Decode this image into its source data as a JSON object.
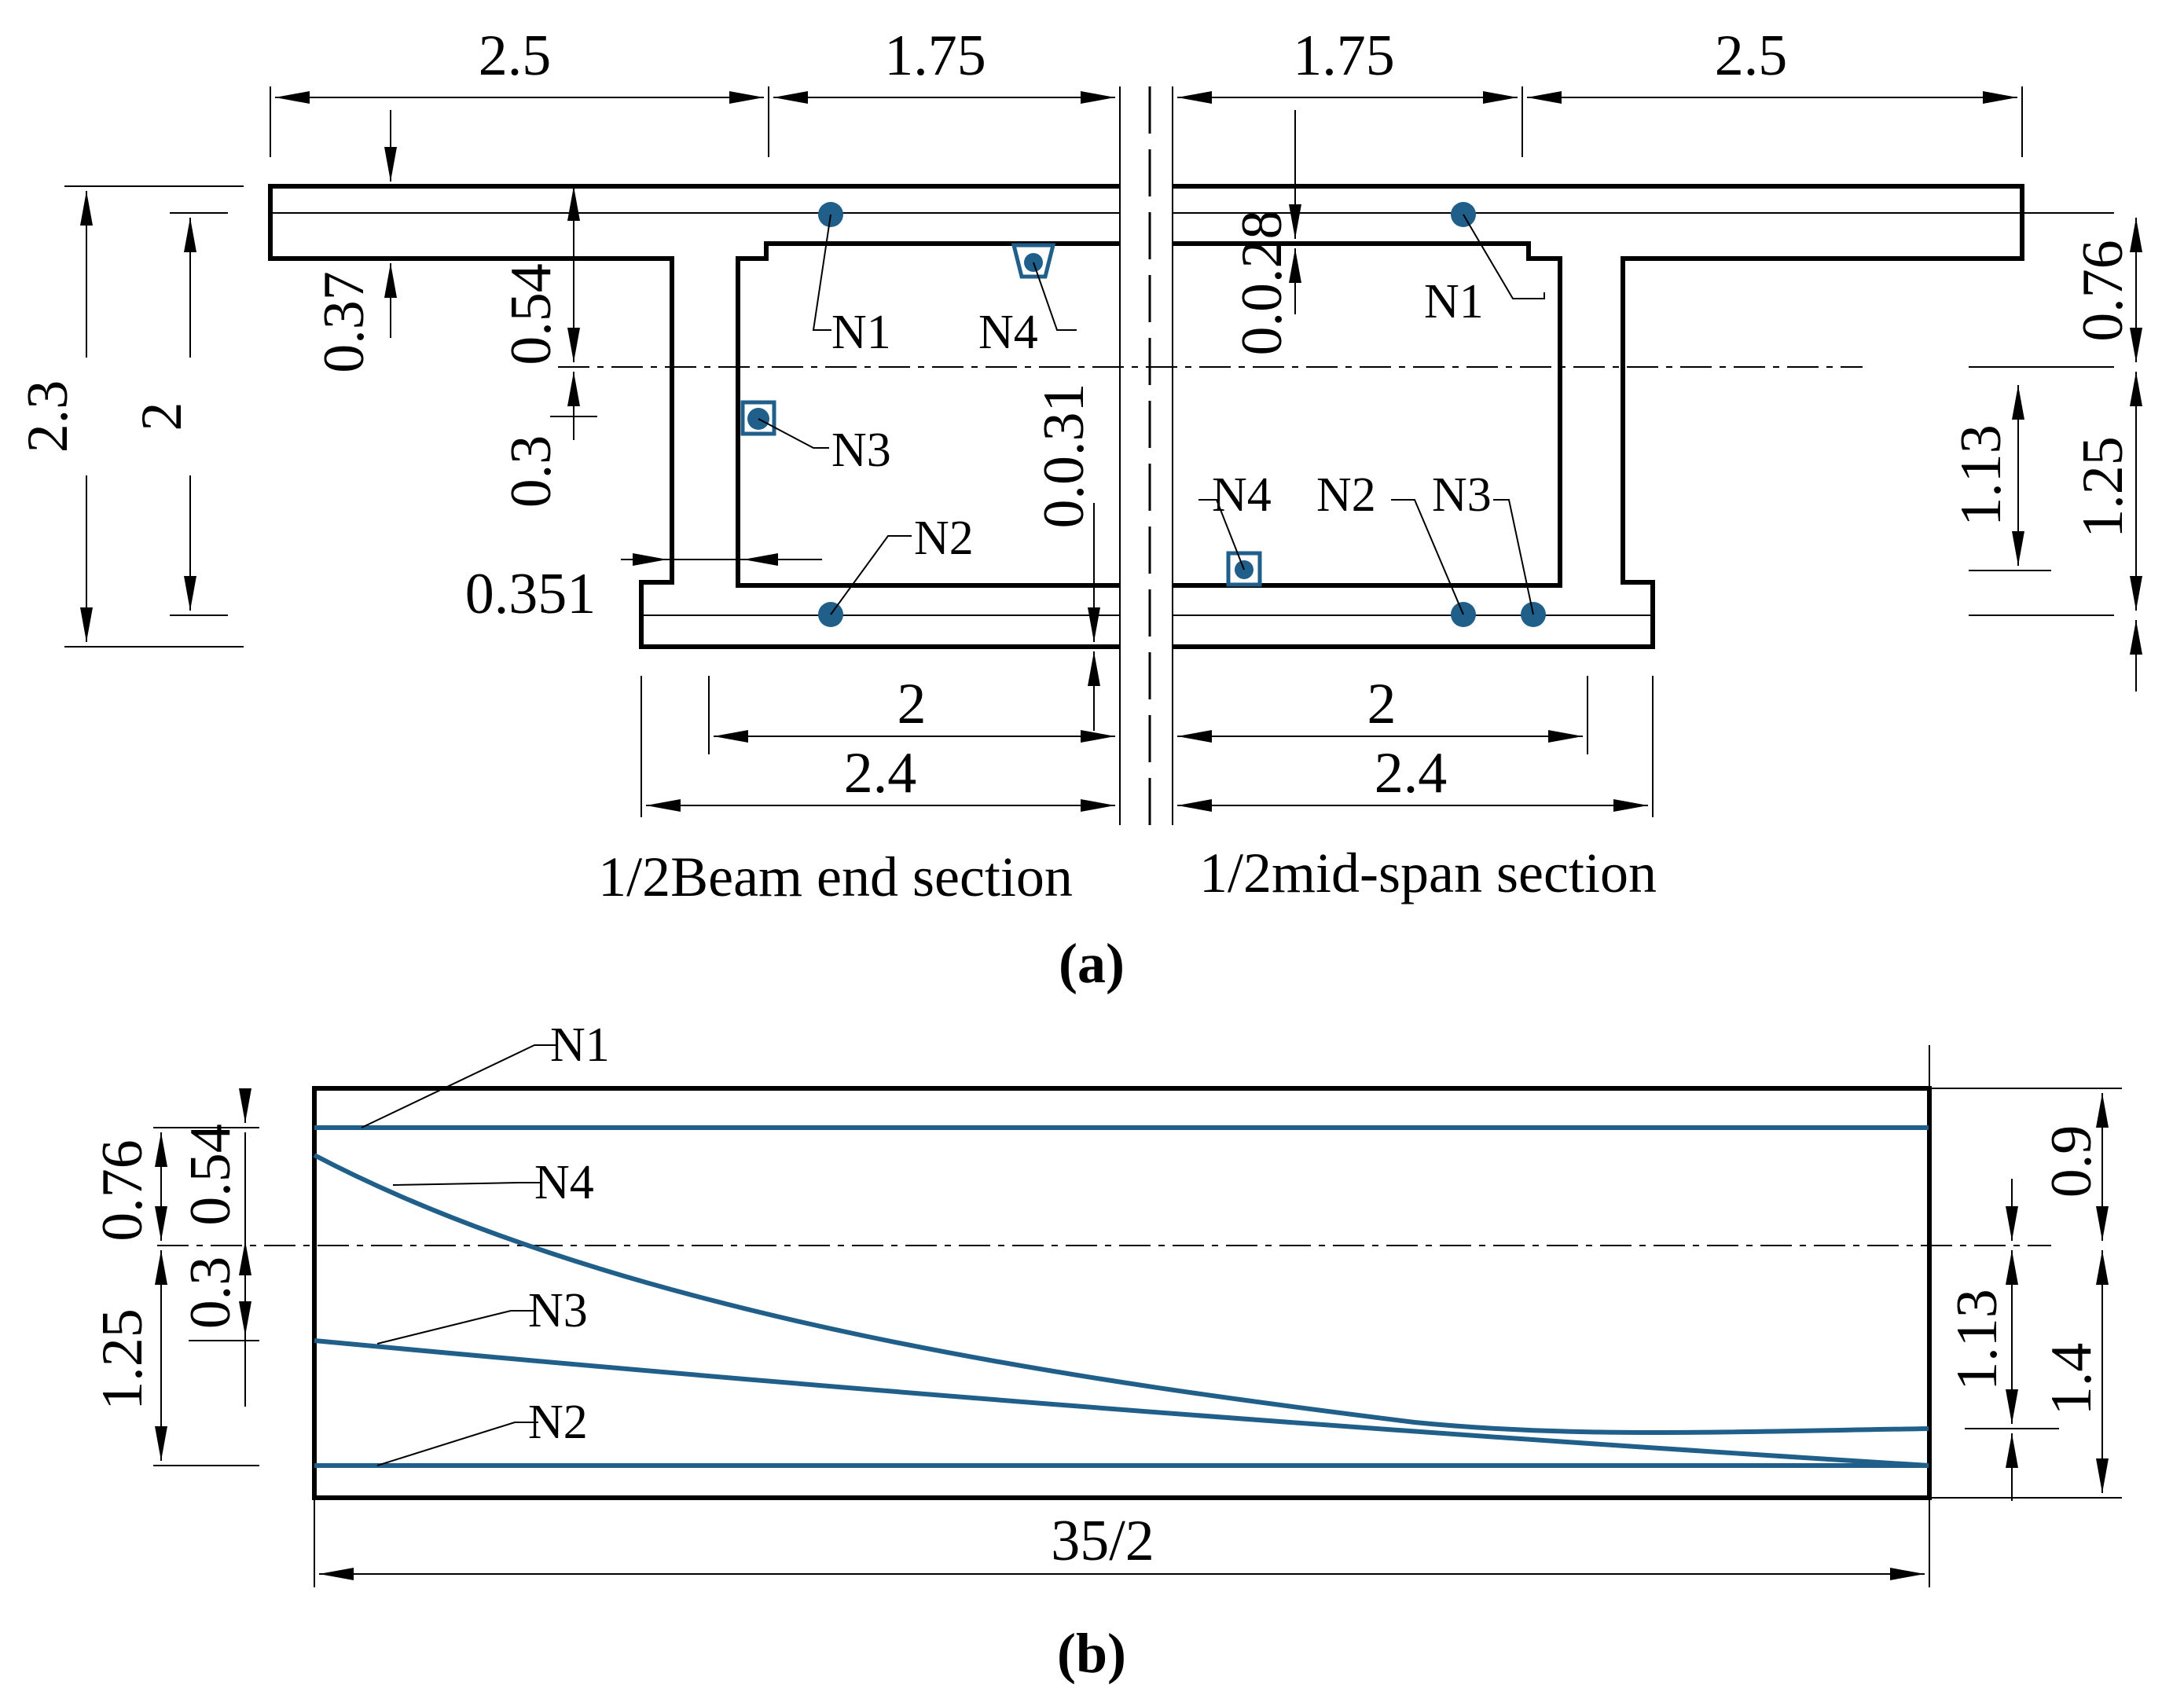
{
  "colors": {
    "tendon": "#1f5f8a",
    "line": "#000000"
  },
  "figure_a": {
    "sub_label": "(a)",
    "captions": {
      "beam_end": "1/2Beam end section",
      "mid_span": "1/2mid-span section"
    },
    "top_dims": {
      "left_outer": "2.5",
      "left_inner": "1.75",
      "right_inner": "1.75",
      "right_outer": "2.5"
    },
    "left_dims": {
      "total_height": "2.3",
      "height_2": "2",
      "flange": "0.37",
      "d054": "0.54",
      "d03": "0.3",
      "d0351": "0.351"
    },
    "center_dims": {
      "d00_28": "0.0.28",
      "d00_31": "0.0.31"
    },
    "right_dims": {
      "d076": "0.76",
      "d125": "1.25",
      "d113": "1.13"
    },
    "bottom_dims": {
      "left_2": "2",
      "left_24": "2.4",
      "right_2": "2",
      "right_24": "2.4"
    },
    "tendon_labels": {
      "left_n1": "N1",
      "left_n4": "N4",
      "left_n3": "N3",
      "left_n2": "N2",
      "right_n1": "N1",
      "right_n4": "N4",
      "right_n2": "N2",
      "right_n3": "N3"
    }
  },
  "figure_b": {
    "sub_label": "(b)",
    "length_dim": "35/2",
    "left_dims": {
      "d125": "1.25",
      "d076": "0.76",
      "d054": "0.54",
      "d03": "0.3"
    },
    "right_dims": {
      "d09": "0.9",
      "d113": "1.13",
      "d14": "1.4"
    },
    "tendon_labels": {
      "n1": "N1",
      "n4": "N4",
      "n3": "N3",
      "n2": "N2"
    }
  }
}
